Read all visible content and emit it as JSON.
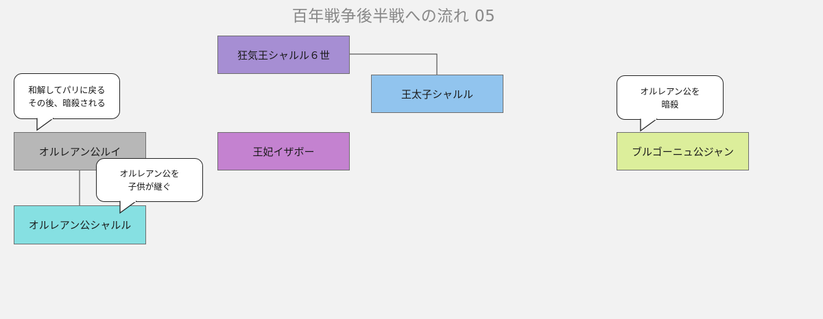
{
  "title": "百年戦争後半戦への流れ 05",
  "nodes": {
    "charles6": {
      "label": "狂気王シャルル６世",
      "color": "#a68ed3"
    },
    "dauphin": {
      "label": "王太子シャルル",
      "color": "#91c4ee"
    },
    "isabeau": {
      "label": "王妃イザボー",
      "color": "#c482d0"
    },
    "louis_orleans": {
      "label": "オルレアン公ルイ",
      "color": "#b7b7b7"
    },
    "charles_orleans": {
      "label": "オルレアン公シャルル",
      "color": "#86e0e2"
    },
    "jean_burgundy": {
      "label": "ブルゴーニュ公ジャン",
      "color": "#dcee9b"
    }
  },
  "callouts": {
    "louis_note": {
      "lines": [
        "和解してパリに戻る",
        "その後、暗殺される"
      ]
    },
    "succession_note": {
      "lines": [
        "オルレアン公を",
        "子供が継ぐ"
      ]
    },
    "burgundy_note": {
      "lines": [
        "オルレアン公を",
        "暗殺"
      ]
    }
  }
}
